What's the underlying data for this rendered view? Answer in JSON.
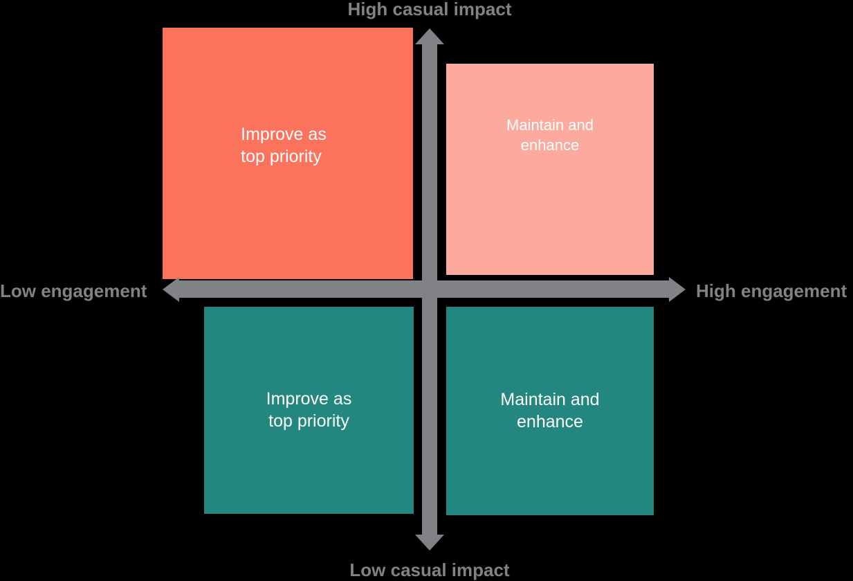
{
  "diagram": {
    "type": "two-by-two-priority-matrix",
    "background_color": "#000000",
    "axes": {
      "vertical": {
        "top_label": "High casual impact",
        "bottom_label": "Low casual impact",
        "color": "#808285"
      },
      "horizontal": {
        "left_label": "Low engagement",
        "right_label": "High engagement",
        "color": "#808285"
      }
    },
    "quadrants": [
      {
        "id": "top-left",
        "position": "upper-left",
        "label": "Improve as\ntop priority",
        "fill_color": "#fb735c",
        "text_color": "#ffffff"
      },
      {
        "id": "top-right",
        "position": "upper-right",
        "label": "Maintain and\nenhance",
        "fill_color": "#fcaa9d",
        "text_color": "#ffffff"
      },
      {
        "id": "bottom-left",
        "position": "lower-left",
        "label": "Improve as\ntop priority",
        "fill_color": "#238780",
        "text_color": "#ffffff"
      },
      {
        "id": "bottom-right",
        "position": "lower-right",
        "label": "Maintain and\nenhance",
        "fill_color": "#238780",
        "text_color": "#ffffff"
      }
    ]
  }
}
